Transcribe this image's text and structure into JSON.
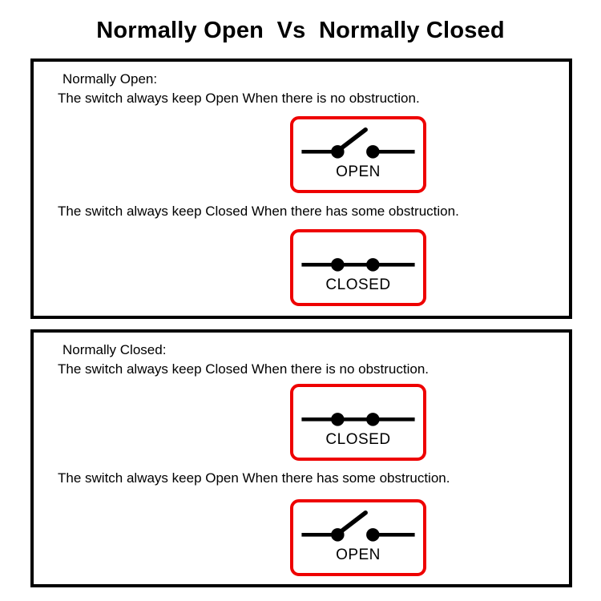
{
  "title": "Normally Open  Vs  Normally Closed",
  "colors": {
    "symbol_border": "#ee0000",
    "panel_border": "#000000",
    "wire": "#000000",
    "background": "#ffffff"
  },
  "panels": [
    {
      "id": "normally-open",
      "heading": "Normally Open:",
      "rows": [
        {
          "text": "The switch always keep Open When there is no obstruction.",
          "symbol": {
            "state": "open",
            "label": "OPEN"
          }
        },
        {
          "text": "The switch always keep Closed When there has some obstruction.",
          "symbol": {
            "state": "closed",
            "label": "CLOSED"
          }
        }
      ]
    },
    {
      "id": "normally-closed",
      "heading": "Normally Closed:",
      "rows": [
        {
          "text": "The switch always keep Closed When there is no obstruction.",
          "symbol": {
            "state": "closed",
            "label": "CLOSED"
          }
        },
        {
          "text": "The switch always keep Open When there has some obstruction.",
          "symbol": {
            "state": "open",
            "label": "OPEN"
          }
        }
      ]
    }
  ]
}
